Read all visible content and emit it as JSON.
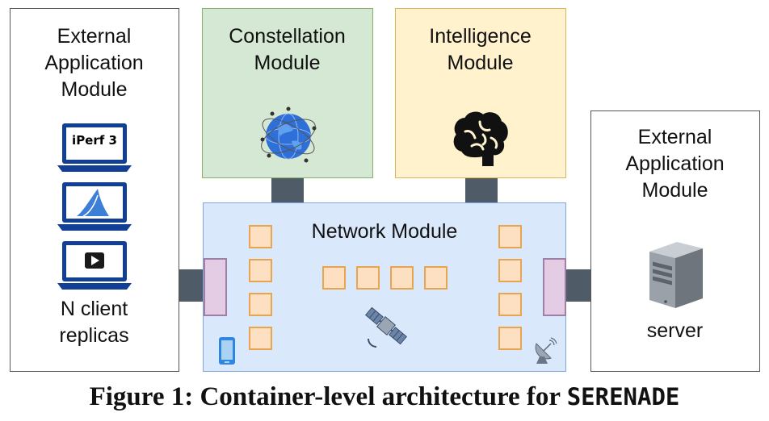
{
  "left_module": {
    "title_lines": [
      "External",
      "Application",
      "Module"
    ],
    "client_icons": [
      "iperf3-laptop-icon",
      "wireshark-laptop-icon",
      "video-player-laptop-icon"
    ],
    "iperf_text": "iPerf 3",
    "footer_lines": [
      "N client",
      "replicas"
    ]
  },
  "constellation_module": {
    "title_lines": [
      "Constellation",
      "Module"
    ],
    "icon": "globe-network-icon"
  },
  "intelligence_module": {
    "title_lines": [
      "Intelligence",
      "Module"
    ],
    "icon": "brain-icon"
  },
  "right_module": {
    "title_lines": [
      "External",
      "Application",
      "Module"
    ],
    "icon": "server-icon",
    "footer": "server"
  },
  "network_module": {
    "title": "Network Module",
    "icons": [
      "satellite-icon",
      "phone-icon",
      "ground-station-icon"
    ]
  },
  "colors": {
    "constellation_fill": "#d5e8d4",
    "constellation_border": "#82b366",
    "intelligence_fill": "#fff2cc",
    "intelligence_border": "#d6b656",
    "network_fill": "#dae8fc",
    "network_border": "#7ea6e0",
    "node_fill": "#fddfc2",
    "node_border": "#e8a44e",
    "port_fill": "#e4cde4",
    "connector": "#4f5b66",
    "laptop": "#123f96"
  },
  "caption": {
    "prefix": "Figure 1: Container-level architecture for",
    "system_name": "SERENADE"
  }
}
